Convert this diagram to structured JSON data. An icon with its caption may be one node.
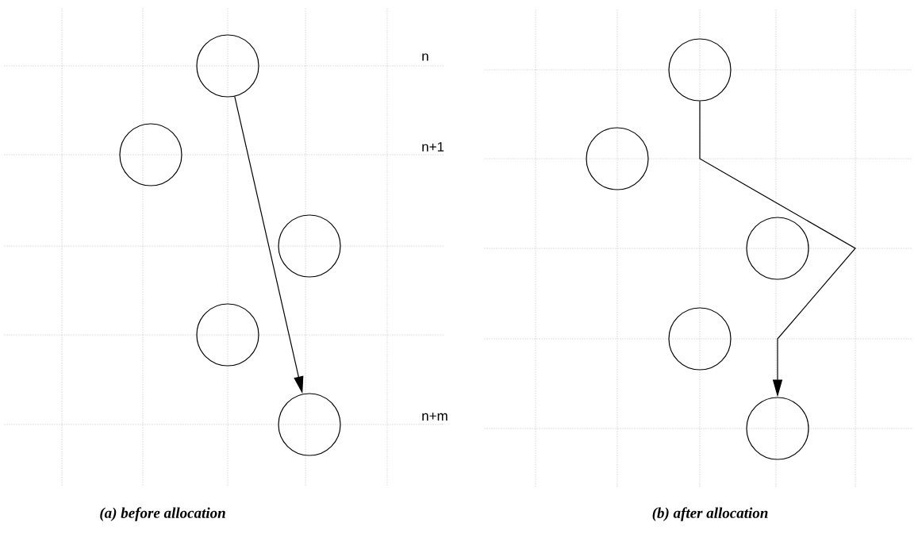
{
  "diagram": {
    "nodes": [
      {
        "text": [],
        "shape": "circle"
      },
      {
        "text": [],
        "shape": "circle"
      },
      {
        "text": [],
        "shape": "circle"
      },
      {
        "text": [],
        "shape": "circle"
      },
      {
        "text": [],
        "shape": "circle"
      },
      {
        "text": [],
        "shape": "circle"
      },
      {
        "text": [],
        "shape": "circle"
      },
      {
        "text": [],
        "shape": "circle"
      },
      {
        "text": [],
        "shape": "circle"
      },
      {
        "text": [],
        "shape": "circle"
      }
    ],
    "edges": [
      {
        "from": 0,
        "to": 4,
        "arrow": "to"
      },
      {
        "from": 5,
        "to": 9,
        "arrow": "to"
      }
    ],
    "labels": [
      "n",
      "n+1",
      "n+m",
      "(a) before allocation",
      "(b) after allocation"
    ]
  }
}
